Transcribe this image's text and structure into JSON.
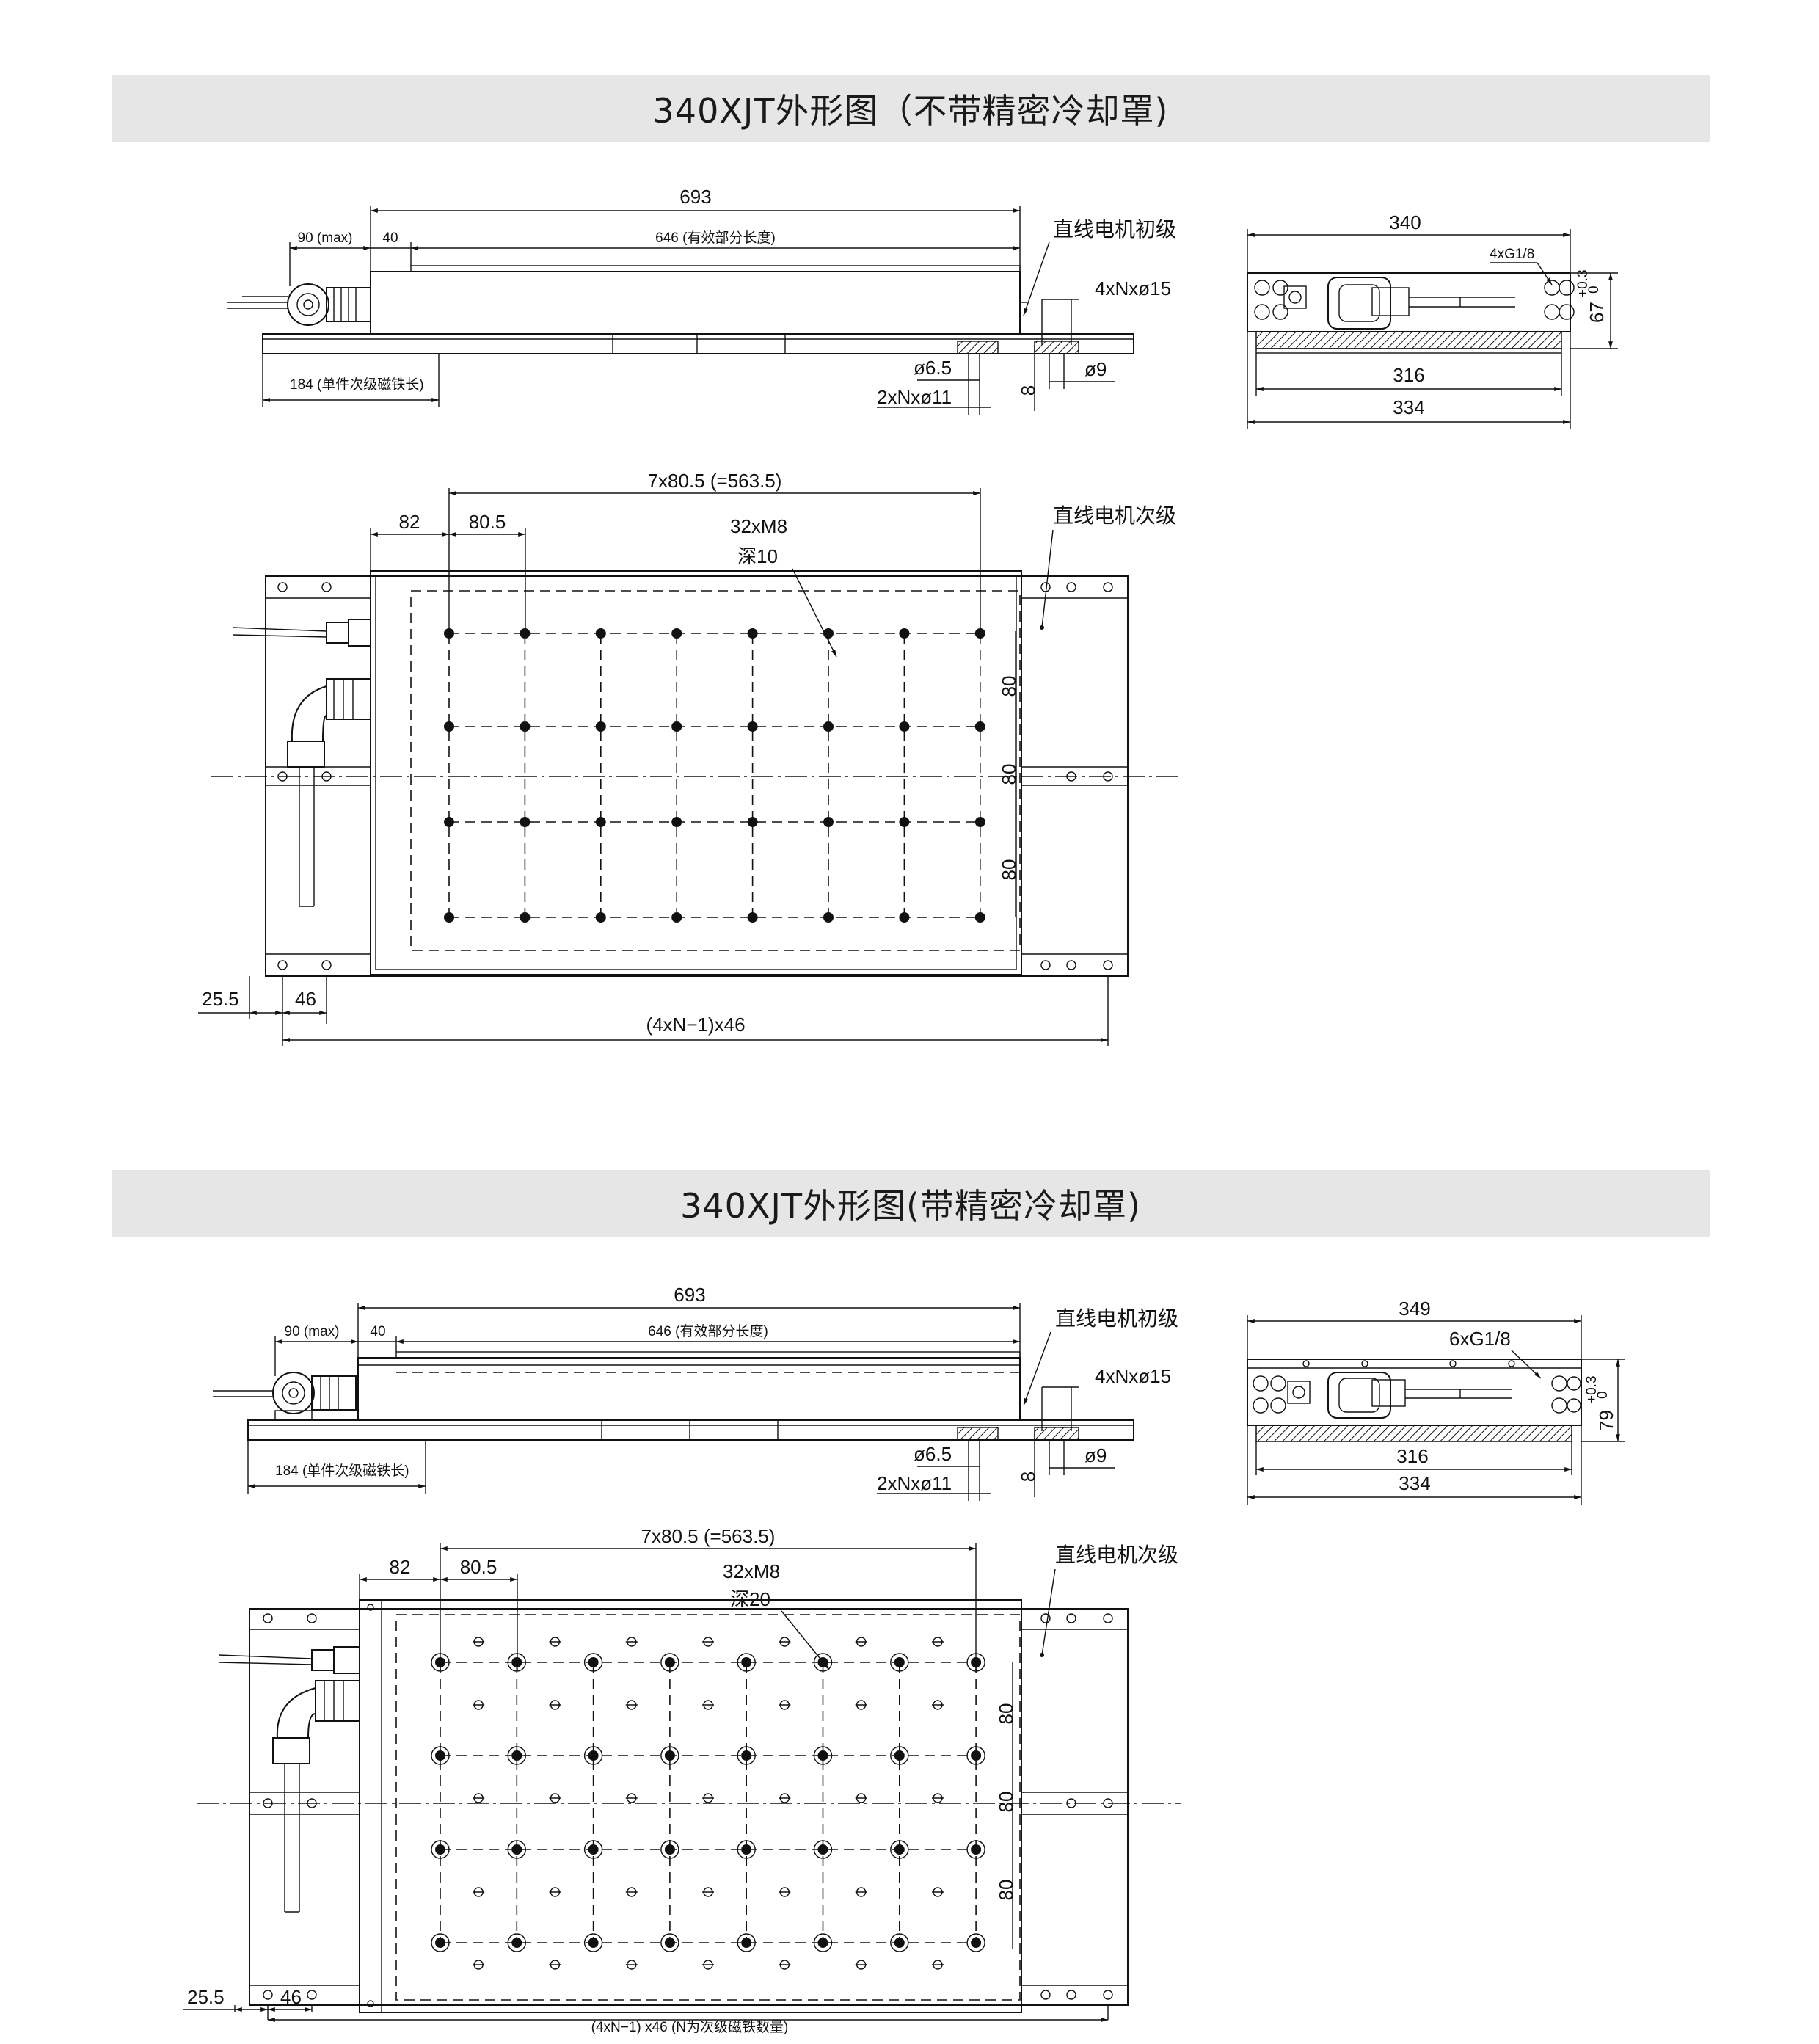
{
  "section1": {
    "title": "340XJT外形图（不带精密冷却罩)",
    "side": {
      "dim_total": "693",
      "dim_max": "90 (max)",
      "dim_40": "40",
      "dim_effective": "646 (有效部分长度)",
      "label_primary": "直线电机初级",
      "dim_holes": "4xNxø15",
      "dim_d65": "ø6.5",
      "dim_holes11": "2xNxø11",
      "dim_8": "8",
      "dim_d9": "ø9",
      "dim_184": "184 (单件次级磁铁长)"
    },
    "end": {
      "dim_340": "340",
      "dim_g": "4xG1/8",
      "dim_67": "67",
      "dim_tol_up": "+0.3",
      "dim_tol_low": "0",
      "dim_316": "316",
      "dim_334": "334"
    },
    "top": {
      "dim_pitch": "7x80.5 (=563.5)",
      "dim_82": "82",
      "dim_805": "80.5",
      "dim_m8": "32xM8",
      "dim_depth": "深10",
      "label_secondary": "直线电机次级",
      "dim_80a": "80",
      "dim_80b": "80",
      "dim_80c": "80",
      "dim_255": "25.5",
      "dim_46": "46",
      "dim_total": "(4xN−1)x46"
    }
  },
  "section2": {
    "title": "340XJT外形图(带精密冷却罩)",
    "side": {
      "dim_total": "693",
      "dim_max": "90 (max)",
      "dim_40": "40",
      "dim_effective": "646 (有效部分长度)",
      "label_primary": "直线电机初级",
      "dim_holes": "4xNxø15",
      "dim_d65": "ø6.5",
      "dim_holes11": "2xNxø11",
      "dim_8": "8",
      "dim_d9": "ø9",
      "dim_184": "184 (单件次级磁铁长)"
    },
    "end": {
      "dim_349": "349",
      "dim_g": "6xG1/8",
      "dim_79": "79",
      "dim_tol_up": "+0.3",
      "dim_tol_low": "0",
      "dim_316": "316",
      "dim_334": "334"
    },
    "top": {
      "dim_pitch": "7x80.5 (=563.5)",
      "dim_82": "82",
      "dim_805": "80.5",
      "dim_m8": "32xM8",
      "dim_depth": "深20",
      "label_secondary": "直线电机次级",
      "dim_80a": "80",
      "dim_80b": "80",
      "dim_80c": "80",
      "dim_255": "25.5",
      "dim_46": "46",
      "dim_total": "(4xN−1) x46 (N为次级磁铁数量)"
    }
  }
}
